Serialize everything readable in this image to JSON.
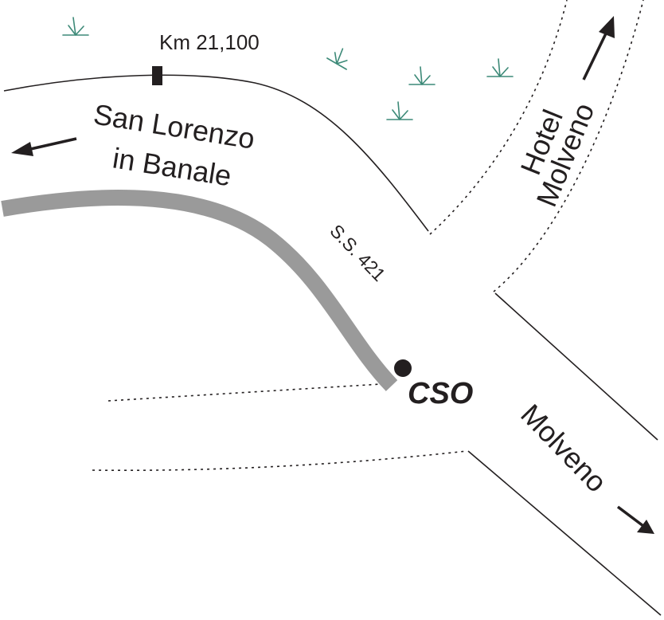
{
  "colors": {
    "ink": "#231f20",
    "route": "#9a9a9a",
    "grass": "#3d8a78",
    "background": "#ffffff"
  },
  "labels": {
    "km_marker": "Km 21,100",
    "destination_west_line1": "San Lorenzo",
    "destination_west_line2": "in Banale",
    "destination_north_line1": "Hotel",
    "destination_north_line2": "Molveno",
    "road_name": "S.S. 421",
    "site": "CSO",
    "destination_east": "Molveno"
  },
  "icons": {
    "grass": "grass-tuft-icon",
    "site": "location-dot-icon",
    "direction": "arrow-icon",
    "marker": "milestone-marker"
  }
}
